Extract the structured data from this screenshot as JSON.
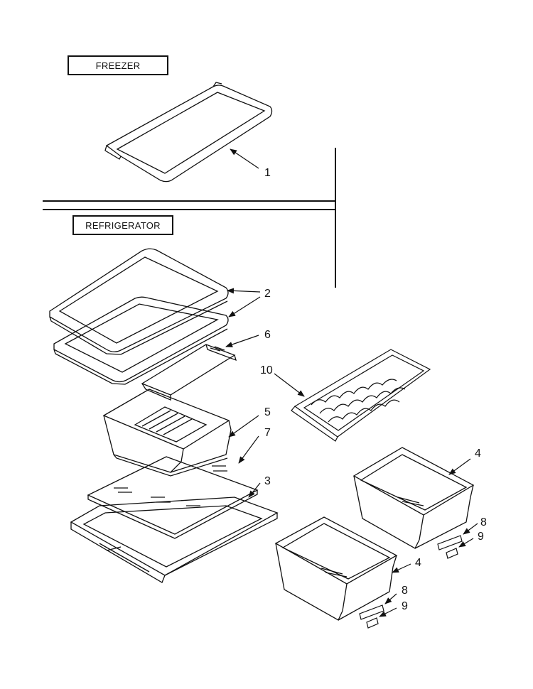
{
  "sections": {
    "freezer_label": "FREEZER",
    "refrigerator_label": "REFRIGERATOR"
  },
  "callouts": [
    {
      "id": "1",
      "part": "freezer-shelf"
    },
    {
      "id": "2",
      "part": "refrigerator-shelf-upper"
    },
    {
      "id": "2",
      "part": "refrigerator-shelf-lower"
    },
    {
      "id": "6",
      "part": "shelf-frame"
    },
    {
      "id": "10",
      "part": "wine-rack"
    },
    {
      "id": "5",
      "part": "deli-drawer"
    },
    {
      "id": "7",
      "part": "glass-crisper-cover"
    },
    {
      "id": "3",
      "part": "crisper-cover-frame"
    },
    {
      "id": "4",
      "part": "crisper-drawer-right"
    },
    {
      "id": "8",
      "part": "drawer-label-right"
    },
    {
      "id": "9",
      "part": "drawer-clip-right"
    },
    {
      "id": "4",
      "part": "crisper-drawer-left"
    },
    {
      "id": "8",
      "part": "drawer-label-left"
    },
    {
      "id": "9",
      "part": "drawer-clip-left"
    }
  ],
  "colors": {
    "line": "#111111",
    "background": "#ffffff"
  }
}
